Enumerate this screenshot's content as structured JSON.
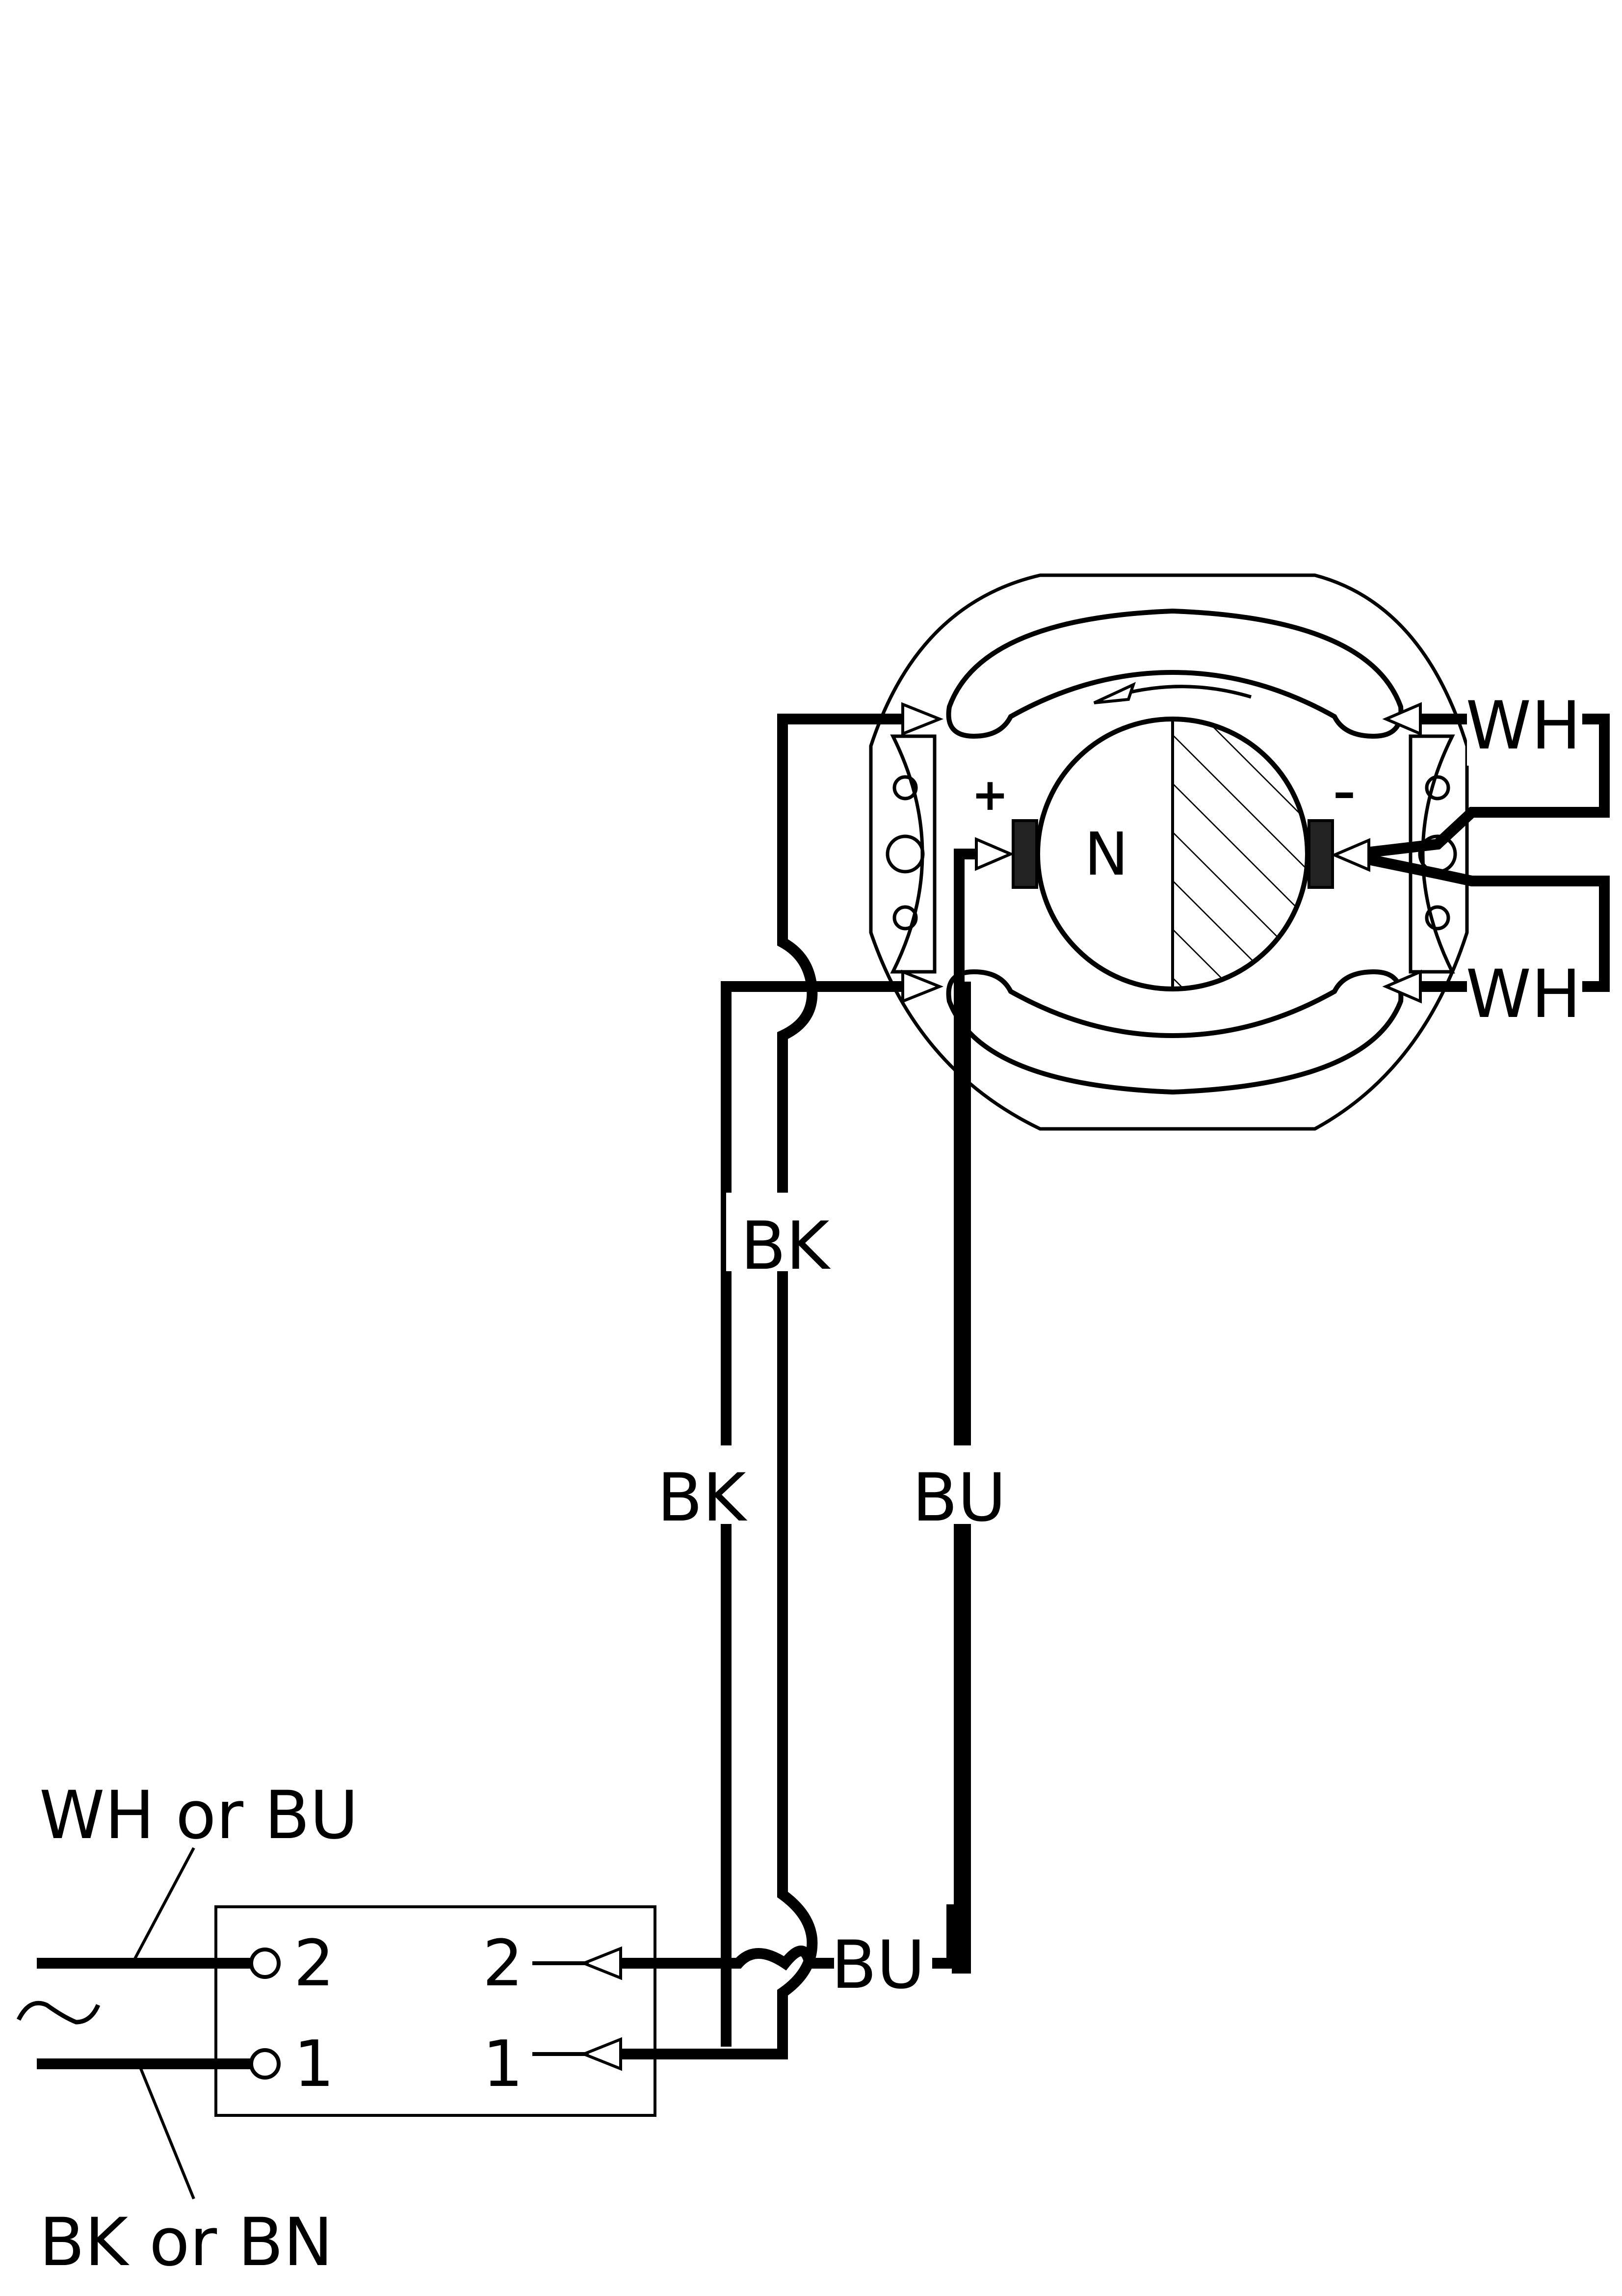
{
  "wire_labels": {
    "bk_upper": "BK",
    "bk_lower": "BK",
    "bu_vertical": "BU",
    "bu_terminal": "BU",
    "wh_top": "WH",
    "wh_bottom": "WH"
  },
  "supply_labels": {
    "top": "WH or BU",
    "bottom": "BK or BN",
    "ac_symbol": "~"
  },
  "terminals": {
    "left_2": "2",
    "left_1": "1",
    "right_2": "2",
    "right_1": "1"
  },
  "motor": {
    "pole": "N",
    "plus": "+",
    "minus": "–"
  }
}
